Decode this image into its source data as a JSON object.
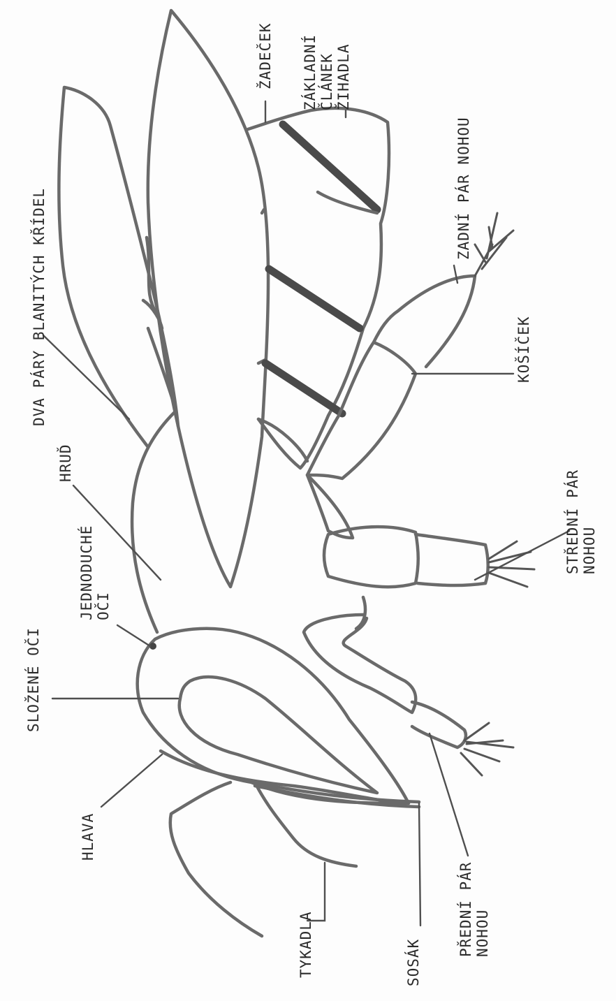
{
  "labels": {
    "dva_pary": "DVA PÁRY BLANITÝCH KŘÍDEL",
    "zadecek": "ŽADEČEK",
    "zakladni_1": "ZÁKLADNÍ",
    "zakladni_2": "ČLÁNEK",
    "zakladni_3": "ŽIHADLA",
    "zadni_par": "ZADNÍ PÁR NOHOU",
    "kosicek": "KOŠÍČEK",
    "hrud": "HRUĎ",
    "jednoduche_1": "JEDNODUCHÉ",
    "jednoduche_2": "OČI",
    "stredni_1": "STŘEDNÍ PÁR",
    "stredni_2": "NOHOU",
    "slozene": "SLOŽENÉ OČI",
    "hlava": "HLAVA",
    "tykadla": "TYKADLA",
    "sosak": "SOSÁK",
    "predni_1": "PŘEDNÍ PÁR",
    "predni_2": "NOHOU"
  }
}
